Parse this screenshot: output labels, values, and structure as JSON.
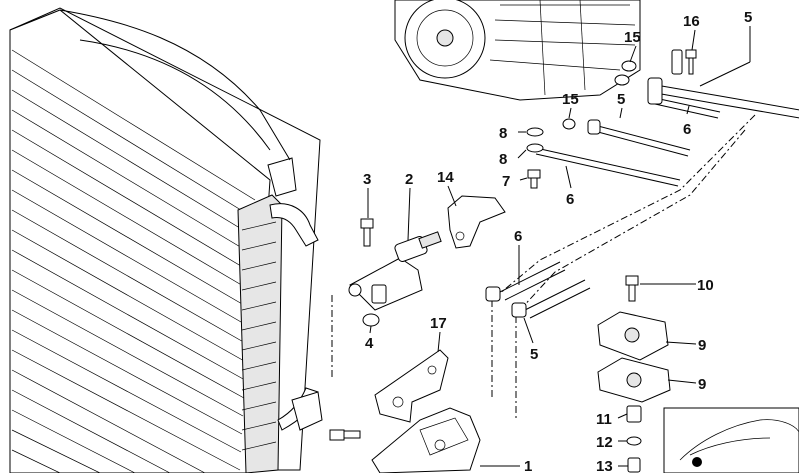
{
  "labels": {
    "l1": "1",
    "l2": "2",
    "l3": "3",
    "l4": "4",
    "l5a": "5",
    "l5b": "5",
    "l5c": "5",
    "l6a": "6",
    "l6b": "6",
    "l6c": "6",
    "l7": "7",
    "l8a": "8",
    "l8b": "8",
    "l9a": "9",
    "l9b": "9",
    "l10": "10",
    "l11": "11",
    "l12": "12",
    "l13": "13",
    "l14": "14",
    "l15a": "15",
    "l15b": "15",
    "l16": "16",
    "l17": "17"
  }
}
